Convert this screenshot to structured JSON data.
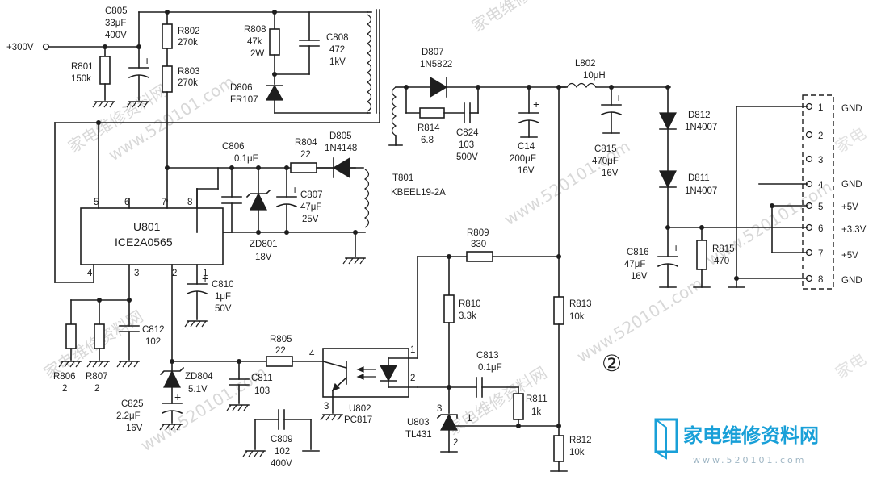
{
  "input": {
    "voltage": "+300V"
  },
  "components": {
    "C805": {
      "ref": "C805",
      "v1": "33μF",
      "v2": "400V"
    },
    "R801": {
      "ref": "R801",
      "v1": "150k"
    },
    "R802": {
      "ref": "R802",
      "v1": "270k"
    },
    "R803": {
      "ref": "R803",
      "v1": "270k"
    },
    "R808": {
      "ref": "R808",
      "v1": "47k",
      "v2": "2W"
    },
    "C808": {
      "ref": "C808",
      "v1": "472",
      "v2": "1kV"
    },
    "D806": {
      "ref": "D806",
      "v1": "FR107"
    },
    "D807": {
      "ref": "D807",
      "v1": "1N5822"
    },
    "R814": {
      "ref": "R814",
      "v1": "6.8"
    },
    "C824": {
      "ref": "C824",
      "v1": "103",
      "v2": "500V"
    },
    "C14": {
      "ref": "C14",
      "v1": "200μF",
      "v2": "16V"
    },
    "L802": {
      "ref": "L802",
      "v1": "10μH"
    },
    "C815": {
      "ref": "C815",
      "v1": "470μF",
      "v2": "16V"
    },
    "D812": {
      "ref": "D812",
      "v1": "1N4007"
    },
    "D811": {
      "ref": "D811",
      "v1": "1N4007"
    },
    "C816": {
      "ref": "C816",
      "v1": "47μF",
      "v2": "16V"
    },
    "R815": {
      "ref": "R815",
      "v1": "470"
    },
    "C806": {
      "ref": "C806",
      "v1": "0.1μF"
    },
    "R804": {
      "ref": "R804",
      "v1": "22"
    },
    "D805": {
      "ref": "D805",
      "v1": "1N4148"
    },
    "C807": {
      "ref": "C807",
      "v1": "47μF",
      "v2": "25V"
    },
    "ZD801": {
      "ref": "ZD801",
      "v1": "18V"
    },
    "T801": {
      "ref": "T801",
      "v1": "KBEEL19-2A"
    },
    "U801": {
      "ref": "U801",
      "v1": "ICE2A0565"
    },
    "C810": {
      "ref": "C810",
      "v1": "1μF",
      "v2": "50V"
    },
    "C812": {
      "ref": "C812",
      "v1": "102"
    },
    "R806": {
      "ref": "R806",
      "v1": "2"
    },
    "R807": {
      "ref": "R807",
      "v1": "2"
    },
    "ZD804": {
      "ref": "ZD804",
      "v1": "5.1V"
    },
    "C825": {
      "ref": "C825",
      "v1": "2.2μF",
      "v2": "16V"
    },
    "R805": {
      "ref": "R805",
      "v1": "22"
    },
    "C811": {
      "ref": "C811",
      "v1": "103"
    },
    "C809": {
      "ref": "C809",
      "v1": "102",
      "v2": "400V"
    },
    "U802": {
      "ref": "U802",
      "v1": "PC817"
    },
    "R809": {
      "ref": "R809",
      "v1": "330"
    },
    "R810": {
      "ref": "R810",
      "v1": "3.3k"
    },
    "C813": {
      "ref": "C813",
      "v1": "0.1μF"
    },
    "R811": {
      "ref": "R811",
      "v1": "1k"
    },
    "U803": {
      "ref": "U803",
      "v1": "TL431"
    },
    "R812": {
      "ref": "R812",
      "v1": "10k"
    },
    "R813": {
      "ref": "R813",
      "v1": "10k"
    }
  },
  "u801_pins": [
    "5",
    "6",
    "7",
    "8",
    "4",
    "3",
    "2",
    "1"
  ],
  "u802_pins": [
    "4",
    "3",
    "1",
    "2"
  ],
  "u803_pins": [
    "3",
    "1",
    "2"
  ],
  "connector": {
    "pins": [
      {
        "num": "1",
        "label": "GND"
      },
      {
        "num": "2",
        "label": ""
      },
      {
        "num": "3",
        "label": ""
      },
      {
        "num": "4",
        "label": "GND"
      },
      {
        "num": "5",
        "label": "+5V"
      },
      {
        "num": "6",
        "label": "+3.3V"
      },
      {
        "num": "7",
        "label": "+5V"
      },
      {
        "num": "8",
        "label": "GND"
      }
    ]
  },
  "figure_marker": "②",
  "watermarks": {
    "url": "www.520101.com",
    "cn": "家电维修资料网",
    "logo_text": "家电维修资料网",
    "logo_url": "www.520101.com",
    "edge": "家电"
  }
}
